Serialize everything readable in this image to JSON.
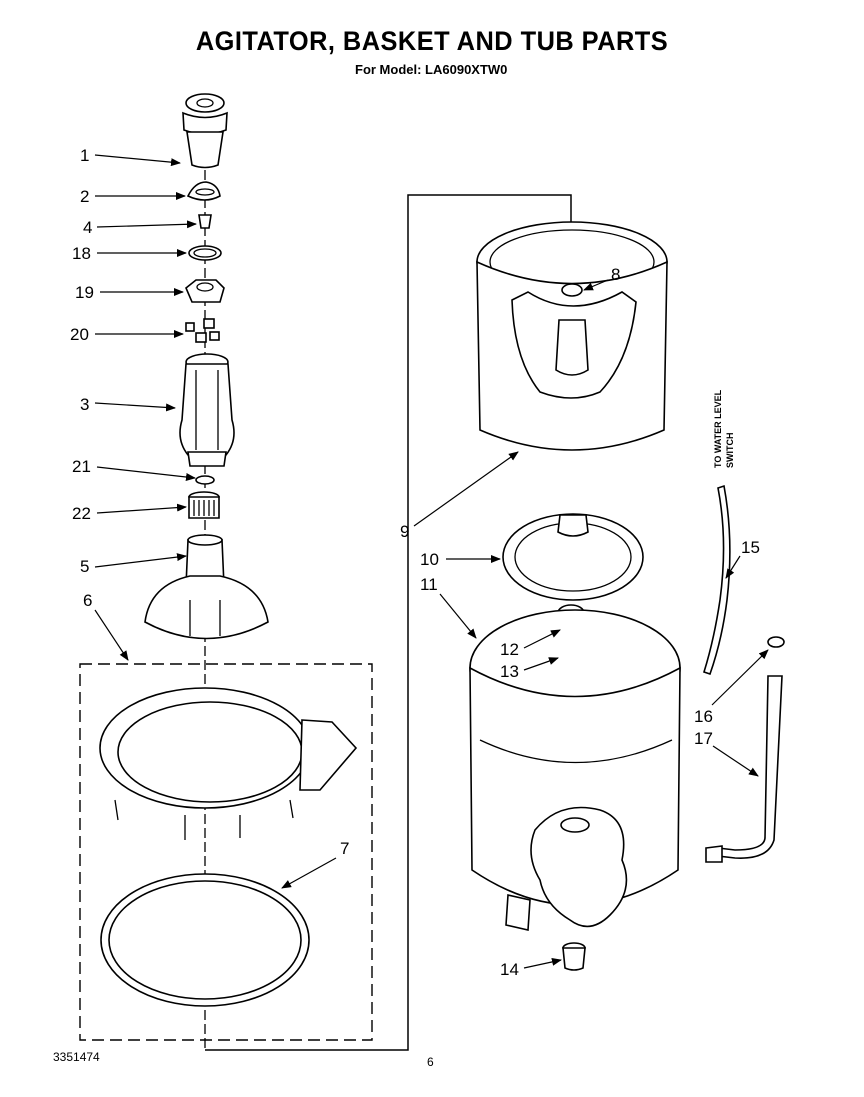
{
  "header": {
    "title": "AGITATOR, BASKET AND TUB PARTS",
    "subtitle": "For Model: LA6090XTW0"
  },
  "footer": {
    "doc_number": "3351474",
    "page_number": "6"
  },
  "annotations": {
    "water_level_line1": "TO WATER LEVEL",
    "water_level_line2": "SWITCH"
  },
  "callouts": {
    "c1": "1",
    "c2": "2",
    "c4": "4",
    "c18": "18",
    "c19": "19",
    "c20": "20",
    "c3": "3",
    "c21": "21",
    "c22": "22",
    "c5": "5",
    "c6": "6",
    "c7": "7",
    "c8": "8",
    "c9": "9",
    "c10": "10",
    "c11": "11",
    "c12": "12",
    "c13": "13",
    "c14": "14",
    "c15": "15",
    "c16": "16",
    "c17": "17"
  },
  "arrowhead_color": "#000000"
}
